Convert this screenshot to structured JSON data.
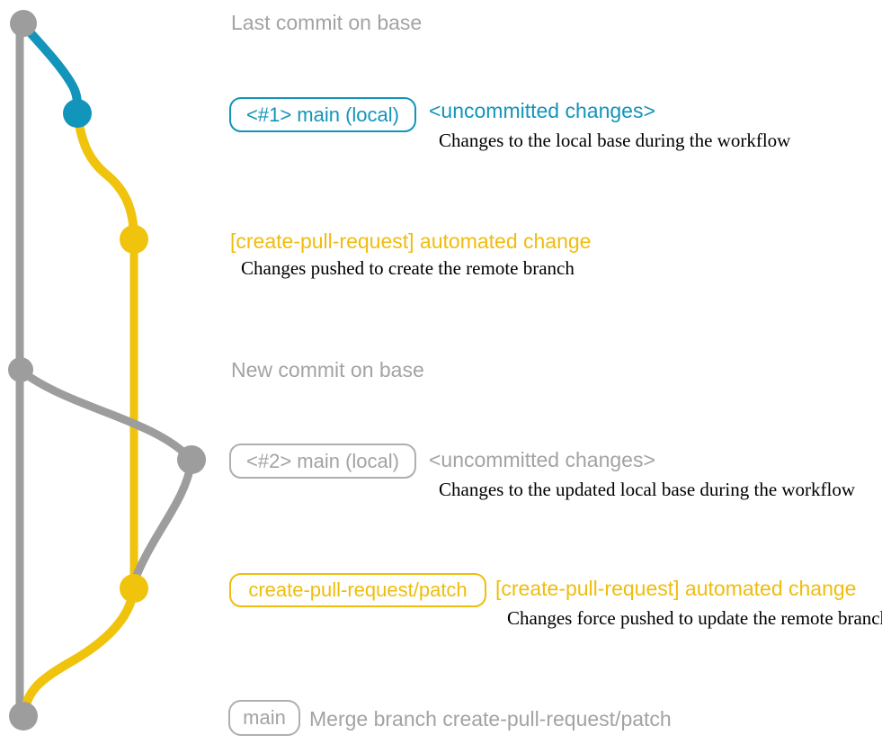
{
  "colors": {
    "gray": "#9D9D9D",
    "blue": "#1295BA",
    "yellow": "#F0C30D",
    "text_gray": "#A3A3A3",
    "text_yellow": "#EFBD0D",
    "border_gray": "#AFAFAF",
    "caption_black": "#000000"
  },
  "labels": {
    "last_commit": "Last commit on base",
    "new_commit": "New commit on base"
  },
  "row1": {
    "badge": "<#1> main (local)",
    "heading": "<uncommitted changes>",
    "caption": "Changes to the local base during the workflow"
  },
  "row2": {
    "heading": "[create-pull-request] automated change",
    "caption": "Changes pushed to create the remote branch"
  },
  "row3": {
    "badge": "<#2> main (local)",
    "heading": "<uncommitted changes>",
    "caption": "Changes to the updated local base during the workflow"
  },
  "row4": {
    "badge": "create-pull-request/patch",
    "heading": "[create-pull-request] automated change",
    "caption": "Changes force pushed to update the remote branch"
  },
  "row5": {
    "badge": "main",
    "heading": "Merge branch create-pull-request/patch"
  }
}
